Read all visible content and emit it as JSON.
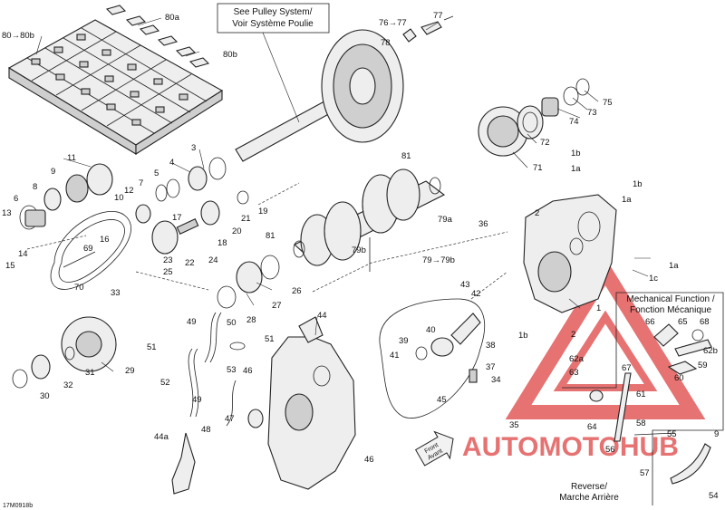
{
  "diagram_code": "17M0918b",
  "callouts": {
    "pulley": [
      "See Pulley System/",
      "Voir Système Poulie"
    ],
    "mechanical": [
      "Mechanical Function /",
      "Fonction Mécanique"
    ],
    "reverse": [
      "Reverse/",
      "Marche Arrière"
    ],
    "front": [
      "Front",
      "Avant"
    ]
  },
  "watermark": {
    "text": "AUTOMOTOHUB",
    "color": "#e05050"
  },
  "labels": {
    "l80_80b": "80→80b",
    "l80a": "80a",
    "l80b": "80b",
    "l76_77": "76→77",
    "l77": "77",
    "l78": "78",
    "l75": "75",
    "l74": "74",
    "l73": "73",
    "l72": "72",
    "l71": "71",
    "l1b": "1b",
    "l1a": "1a",
    "l1b2": "1b",
    "l1a2": "1a",
    "l1c": "1c",
    "l1a3": "1a",
    "l3": "3",
    "l4": "4",
    "l5": "5",
    "l7": "7",
    "l12": "12",
    "l11": "11",
    "l9": "9",
    "l8": "8",
    "l6": "6",
    "l13": "13",
    "l10": "10",
    "l16": "16",
    "l14": "14",
    "l15": "15",
    "l69": "69",
    "l70": "70",
    "l33": "33",
    "l19": "19",
    "l21": "21",
    "l20": "20",
    "l17": "17",
    "l18": "18",
    "l22": "22",
    "l24": "24",
    "l23": "23",
    "l25": "25",
    "l81a": "81",
    "l81b": "81",
    "l79a": "79a",
    "l79b": "79b",
    "l79_79b": "79→79b",
    "l36": "36",
    "l2": "2",
    "l26": "26",
    "l27": "27",
    "l28": "28",
    "l49": "49",
    "l50": "50",
    "l51": "51",
    "l51b": "51",
    "l53": "53",
    "l46": "46",
    "l46b": "46",
    "l29": "29",
    "l31": "31",
    "l30": "30",
    "l32": "32",
    "l44": "44",
    "l52": "52",
    "l49b": "49",
    "l48": "48",
    "l47": "47",
    "l44a": "44a",
    "l43": "43",
    "l42": "42",
    "l40": "40",
    "l39": "39",
    "l41": "41",
    "l38": "38",
    "l37": "37",
    "l34": "34",
    "l35": "35",
    "l45": "45",
    "l1": "1",
    "l2b": "2",
    "l1b3": "1b",
    "l66": "66",
    "l65": "65",
    "l68": "68",
    "l62b": "62b",
    "l67": "67",
    "l59": "59",
    "l60": "60",
    "l61": "61",
    "l62a": "62a",
    "l63": "63",
    "l64": "64",
    "l58": "58",
    "l55": "55",
    "l56": "56",
    "l57": "57",
    "l54": "54",
    "l9b": "9"
  }
}
